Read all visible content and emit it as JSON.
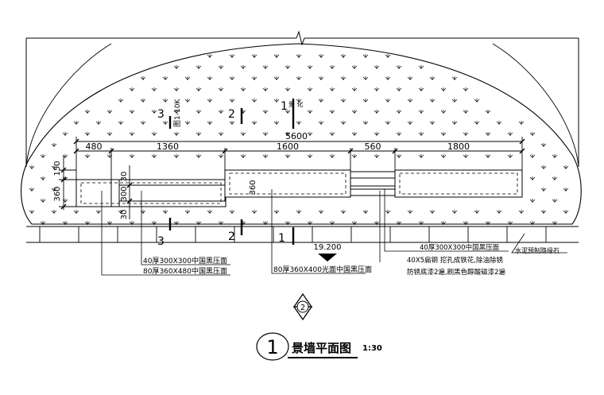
{
  "dimensions": {
    "total": "5600",
    "segments": [
      "480",
      "1360",
      "1600",
      "560",
      "1800"
    ],
    "left_vertical": [
      "150",
      "360"
    ],
    "inner_vertical": [
      "30",
      "300",
      "30"
    ],
    "mid_vertical": "360"
  },
  "section_marks": {
    "mark_3": "3",
    "mark_2": "2",
    "mark_1": "1",
    "mark_1_suffix": "景  化",
    "vertical_tag": "图1-10K"
  },
  "elevation": "19.200",
  "annotations": {
    "granite_300": "40厚300X300中国黑压面",
    "granite_360x480": "80厚360X480中国黑压面",
    "granite_360x400": "80厚360X400光面中国黑压面",
    "granite_300_right": "40厚300X300中国黑压面",
    "concrete_curb": "水泥预制路缘石",
    "steel_bar": "40X5扁钢 挖孔成铁花,除油除锈",
    "paint": "防锈底漆2遍,刷黑色醇酸磁漆2遍"
  },
  "index_symbol": {
    "number": "2"
  },
  "title": {
    "number": "1",
    "text": "景墙平面图",
    "scale": "1:30"
  },
  "colors": {
    "line": "#000000",
    "background": "#ffffff"
  }
}
